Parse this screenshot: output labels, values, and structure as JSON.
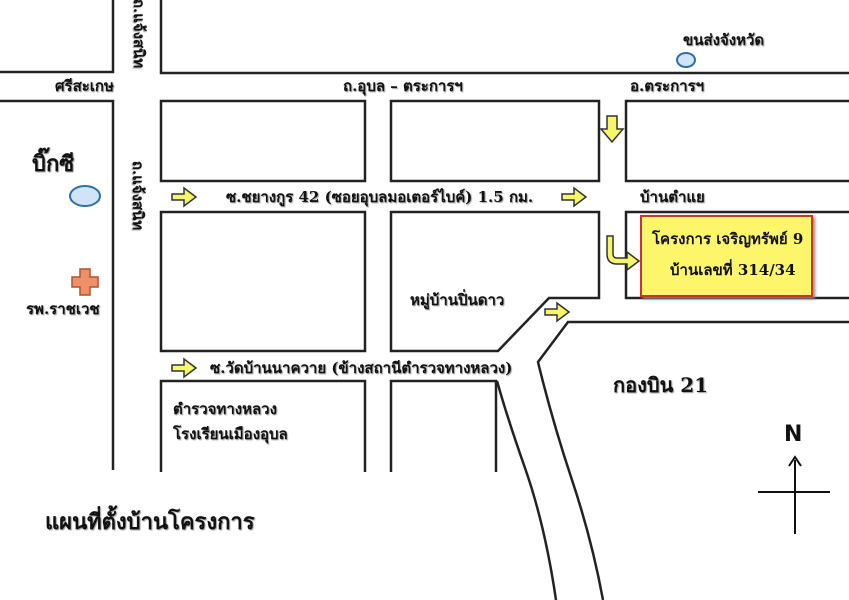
{
  "map": {
    "title": "แผนที่ตั้งบ้านโครงการ",
    "roads": {
      "top_vertical": "ถ.แจ้งสนิท",
      "left_vertical": "ถ.แจ้งสนิท",
      "top_left": "ศรีสะเกษ",
      "top_center": "ถ.อุบล – ตระการฯ",
      "top_right": "อ.ตระการฯ",
      "soi_42": "ซ.ชยางกูร 42 (ซอยอุบลมอเตอร์ไบค์) 1.5 กม.",
      "soi_wat": "ซ.วัดบ้านนาควาย (ข้างสถานีตำรวจทางหลวง)"
    },
    "places": {
      "bus_station": "ขนส่งจังหวัด",
      "big_c": "บิ๊กซี",
      "hospital": "รพ.ราชเวช",
      "ban_tamaey": "บ้านตำแย",
      "village": "หมู่บ้านปิ่นดาว",
      "airforce": "กองบิน 21",
      "police": "ตำรวจทางหลวง",
      "school": "โรงเรียนเมืองอุบล"
    },
    "project": {
      "name": "โครงการ เจริญทรัพย์ 9",
      "address": "บ้านเลขที่ 314/34"
    },
    "compass": {
      "north": "N"
    },
    "colors": {
      "road_edge": "#222222",
      "arrow_fill": "#f6f66a",
      "marker_fill": "#cfe5f7",
      "marker_stroke": "#2f6ea8",
      "hospital_fill": "#f0906a",
      "project_fill": "#fdf56a",
      "project_border": "#c0392b"
    }
  }
}
